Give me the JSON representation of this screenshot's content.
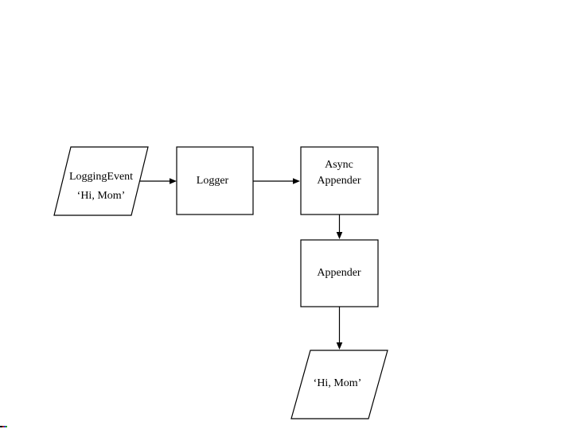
{
  "diagram": {
    "description": "Flow of a logging event through logger and appenders",
    "background_color": "#ffffff",
    "stroke_color": "#000000",
    "nodes": [
      {
        "id": "logging-event",
        "shape": "parallelogram",
        "lines": [
          "LoggingEvent",
          "‘Hi, Mom’"
        ]
      },
      {
        "id": "logger",
        "shape": "rectangle",
        "lines": [
          "Logger"
        ]
      },
      {
        "id": "async-appender",
        "shape": "rectangle",
        "lines": [
          "Async",
          "Appender"
        ]
      },
      {
        "id": "appender",
        "shape": "rectangle",
        "lines": [
          "Appender"
        ]
      },
      {
        "id": "output-message",
        "shape": "parallelogram",
        "lines": [
          "‘Hi, Mom’"
        ]
      }
    ],
    "edges": [
      {
        "from": "logging-event",
        "to": "logger",
        "direction": "right"
      },
      {
        "from": "logger",
        "to": "async-appender",
        "direction": "right"
      },
      {
        "from": "async-appender",
        "to": "appender",
        "direction": "down"
      },
      {
        "from": "appender",
        "to": "output-message",
        "direction": "down"
      }
    ]
  }
}
